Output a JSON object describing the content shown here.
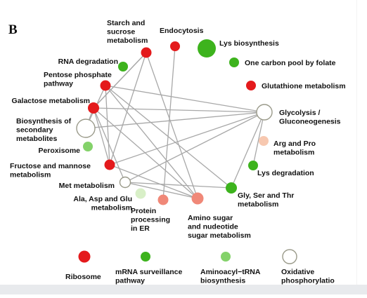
{
  "panel_label": "B",
  "colors": {
    "red": "#e41a1c",
    "green": "#3db31d",
    "light_green": "#84d26a",
    "pale_green": "#d8efc7",
    "salmon": "#f08878",
    "light_salmon": "#f7c8b0",
    "white": "#ffffff",
    "edge": "#a8a8a8"
  },
  "nodes": {
    "starch": {
      "label": [
        "Starch and",
        "sucrose",
        "metabolism"
      ],
      "color": "red"
    },
    "endo": {
      "label": [
        "Endocytosis"
      ],
      "color": "red"
    },
    "lys_bio": {
      "label": [
        "Lys biosynthesis"
      ],
      "color": "green"
    },
    "rna_deg": {
      "label": [
        "RNA degradation"
      ],
      "color": "green"
    },
    "one_carbon": {
      "label": [
        "One carbon pool by folate"
      ],
      "color": "green"
    },
    "pentose": {
      "label": [
        "Pentose phosphate",
        "pathway"
      ],
      "color": "red"
    },
    "glutath": {
      "label": [
        "Glutathione metabolism"
      ],
      "color": "red"
    },
    "galact": {
      "label": [
        "Galactose metabolism"
      ],
      "color": "red"
    },
    "glyco": {
      "label": [
        "Glycolysis /",
        "Gluconeogenesis"
      ],
      "color": "white"
    },
    "biosyn": {
      "label": [
        "Biosynthesis of",
        "secondary",
        "metabolites"
      ],
      "color": "white"
    },
    "perox": {
      "label": [
        "Peroxisome"
      ],
      "color": "light_green"
    },
    "argpro": {
      "label": [
        "Arg and Pro",
        "metabolism"
      ],
      "color": "light_salmon"
    },
    "fructose": {
      "label": [
        "Fructose and mannose",
        "metabolism"
      ],
      "color": "red"
    },
    "lys_deg": {
      "label": [
        "Lys degradation"
      ],
      "color": "green"
    },
    "met": {
      "label": [
        "Met metabolism"
      ],
      "color": "white"
    },
    "ala": {
      "label": [
        "Ala, Asp and Glu",
        "metabolism"
      ],
      "color": "pale_green"
    },
    "protein": {
      "label": [
        "Protein",
        "processing",
        "in ER"
      ],
      "color": "salmon"
    },
    "amino": {
      "label": [
        "Amino sugar",
        "and nudeotide",
        "sugar metabolism"
      ],
      "color": "salmon"
    },
    "glyser": {
      "label": [
        "Gly, Ser and Thr",
        "metabolism"
      ],
      "color": "green"
    }
  },
  "legend": [
    {
      "label": [
        "Ribosome"
      ],
      "color": "red"
    },
    {
      "label": [
        "mRNA surveillance",
        "pathway"
      ],
      "color": "green"
    },
    {
      "label": [
        "Aminoacyl−tRNA",
        "biosynthesis"
      ],
      "color": "light_green"
    },
    {
      "label": [
        "Oxidative",
        "phosphorylatio"
      ],
      "color": "white"
    }
  ],
  "edges": [
    [
      "starch",
      "galact"
    ],
    [
      "starch",
      "fructose"
    ],
    [
      "starch",
      "amino"
    ],
    [
      "endo",
      "protein"
    ],
    [
      "pentose",
      "fructose"
    ],
    [
      "pentose",
      "amino"
    ],
    [
      "pentose",
      "glyser"
    ],
    [
      "pentose",
      "glyco"
    ],
    [
      "galact",
      "fructose"
    ],
    [
      "galact",
      "met"
    ],
    [
      "galact",
      "glyco"
    ],
    [
      "galact",
      "amino"
    ],
    [
      "galact",
      "biosyn"
    ],
    [
      "galact",
      "starch"
    ],
    [
      "biosyn",
      "glyco"
    ],
    [
      "biosyn",
      "pentose"
    ],
    [
      "glyco",
      "fructose"
    ],
    [
      "glyco",
      "met"
    ],
    [
      "glyco",
      "glyser"
    ],
    [
      "glyco",
      "lys_deg"
    ],
    [
      "fructose",
      "amino"
    ],
    [
      "met",
      "amino"
    ],
    [
      "met",
      "glyser"
    ]
  ]
}
